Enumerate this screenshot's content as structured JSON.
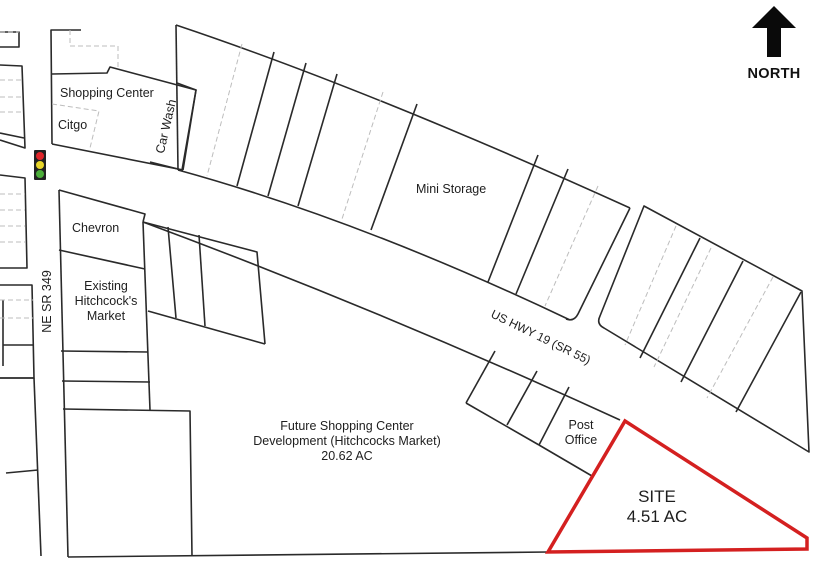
{
  "map": {
    "type": "site-plan",
    "compass": {
      "label": "NORTH",
      "icon": "north-arrow-icon"
    },
    "roads": {
      "vertical": "NE SR 349",
      "diagonal": "US HWY 19 (SR 55)"
    },
    "parcels": {
      "shopping_center": "Shopping Center",
      "citgo": "Citgo",
      "car_wash": "Car Wash",
      "mini_storage": "Mini Storage",
      "chevron": "Chevron",
      "existing_market": [
        "Existing",
        "Hitchcock's",
        "Market"
      ],
      "post_office": [
        "Post",
        "Office"
      ],
      "future_development": {
        "line1": "Future Shopping Center",
        "line2": "Development (Hitchcocks Market)",
        "acreage": "20.62 AC"
      }
    },
    "site": {
      "title": "SITE",
      "acreage": "4.51 AC",
      "outline_color": "#d42020"
    },
    "traffic_signal": {
      "colors": [
        "#e0262b",
        "#e8d62a",
        "#4cae3a"
      ]
    },
    "line_color": "#2a2a2a",
    "lot_line_color": "#bdbdbd"
  }
}
